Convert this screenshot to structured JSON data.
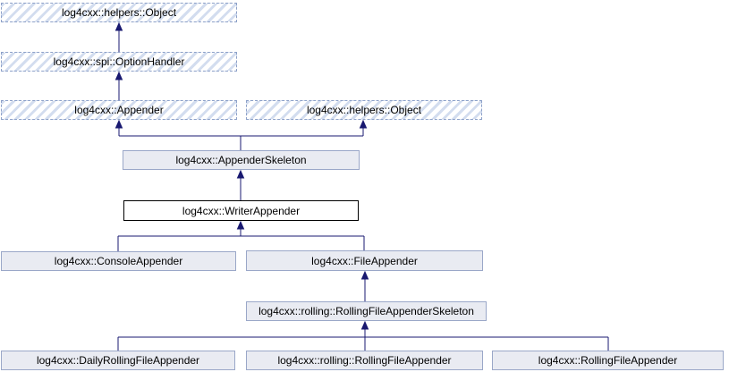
{
  "diagram": {
    "type": "class-inheritance-graph",
    "nodes": [
      {
        "id": "helpers-object-top",
        "label": "log4cxx::helpers::Object",
        "kind": "external-hatched"
      },
      {
        "id": "spi-option-handler",
        "label": "log4cxx::spi::OptionHandler",
        "kind": "external-hatched"
      },
      {
        "id": "appender",
        "label": "log4cxx::Appender",
        "kind": "external-hatched"
      },
      {
        "id": "helpers-object-right",
        "label": "log4cxx::helpers::Object",
        "kind": "external-hatched"
      },
      {
        "id": "appender-skeleton",
        "label": "log4cxx::AppenderSkeleton",
        "kind": "linked"
      },
      {
        "id": "writer-appender",
        "label": "log4cxx::WriterAppender",
        "kind": "current"
      },
      {
        "id": "console-appender",
        "label": "log4cxx::ConsoleAppender",
        "kind": "linked"
      },
      {
        "id": "file-appender",
        "label": "log4cxx::FileAppender",
        "kind": "linked"
      },
      {
        "id": "rolling-file-appender-skeleton",
        "label": "log4cxx::rolling::RollingFileAppenderSkeleton",
        "kind": "linked"
      },
      {
        "id": "daily-rolling-file-appender",
        "label": "log4cxx::DailyRollingFileAppender",
        "kind": "linked"
      },
      {
        "id": "rolling-rolling-file-appender",
        "label": "log4cxx::rolling::RollingFileAppender",
        "kind": "linked"
      },
      {
        "id": "rolling-file-appender",
        "label": "log4cxx::RollingFileAppender",
        "kind": "linked"
      }
    ],
    "edges": [
      {
        "derived": "log4cxx::spi::OptionHandler",
        "base": "log4cxx::helpers::Object"
      },
      {
        "derived": "log4cxx::Appender",
        "base": "log4cxx::spi::OptionHandler"
      },
      {
        "derived": "log4cxx::AppenderSkeleton",
        "base": "log4cxx::Appender"
      },
      {
        "derived": "log4cxx::AppenderSkeleton",
        "base": "log4cxx::helpers::Object"
      },
      {
        "derived": "log4cxx::WriterAppender",
        "base": "log4cxx::AppenderSkeleton"
      },
      {
        "derived": "log4cxx::ConsoleAppender",
        "base": "log4cxx::WriterAppender"
      },
      {
        "derived": "log4cxx::FileAppender",
        "base": "log4cxx::WriterAppender"
      },
      {
        "derived": "log4cxx::rolling::RollingFileAppenderSkeleton",
        "base": "log4cxx::FileAppender"
      },
      {
        "derived": "log4cxx::DailyRollingFileAppender",
        "base": "log4cxx::rolling::RollingFileAppenderSkeleton"
      },
      {
        "derived": "log4cxx::rolling::RollingFileAppender",
        "base": "log4cxx::rolling::RollingFileAppenderSkeleton"
      },
      {
        "derived": "log4cxx::RollingFileAppender",
        "base": "log4cxx::rolling::RollingFileAppenderSkeleton"
      }
    ],
    "colors": {
      "edge-color": "#191970",
      "node-fill": "#e9ebf2",
      "node-border": "#9aa7c8",
      "hatch-stripe": "#d3ddef",
      "hatch-border": "#8ca0c8",
      "current-border": "#000000",
      "current-fill": "#ffffff",
      "text-color": "#000000",
      "background": "#ffffff"
    }
  }
}
